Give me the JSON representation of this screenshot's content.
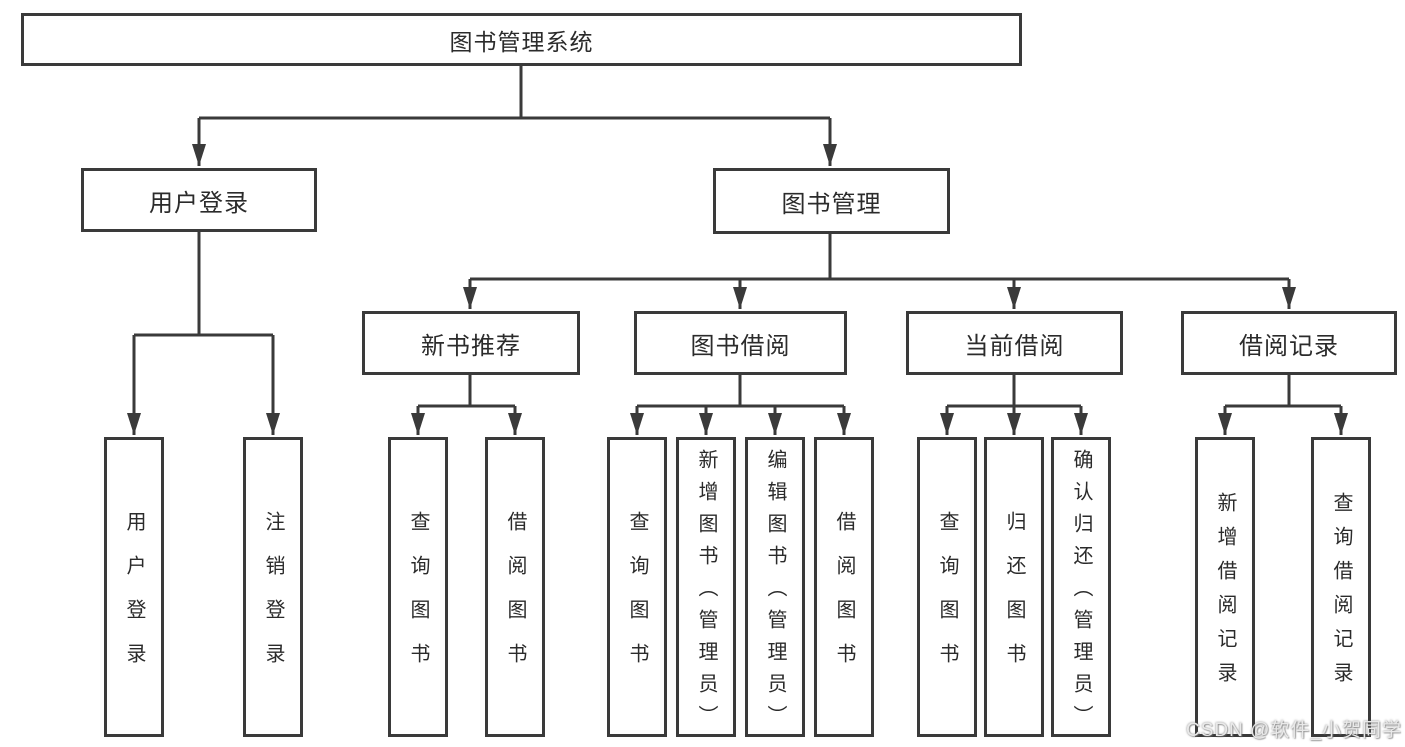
{
  "tree": {
    "root": "图书管理系统",
    "branches": [
      {
        "label": "用户登录",
        "children": [
          {
            "label": "用户登录"
          },
          {
            "label": "注销登录"
          }
        ]
      },
      {
        "label": "图书管理",
        "children": [
          {
            "label": "新书推荐",
            "children": [
              {
                "label": "查询图书"
              },
              {
                "label": "借阅图书"
              }
            ]
          },
          {
            "label": "图书借阅",
            "children": [
              {
                "label": "查询图书"
              },
              {
                "label": "新增图书（管理员）"
              },
              {
                "label": "编辑图书（管理员）"
              },
              {
                "label": "借阅图书"
              }
            ]
          },
          {
            "label": "当前借阅",
            "children": [
              {
                "label": "查询图书"
              },
              {
                "label": "归还图书"
              },
              {
                "label": "确认归还（管理员）"
              }
            ]
          },
          {
            "label": "借阅记录",
            "children": [
              {
                "label": "新增借阅记录"
              },
              {
                "label": "查询借阅记录"
              }
            ]
          }
        ]
      }
    ]
  },
  "watermark": {
    "text": "CSDN @软件_小贺同学"
  },
  "colors": {
    "line": "#3a3a3a",
    "box_border": "#3a3a3a",
    "text": "#2b2b2b",
    "watermark": "#e9e9e9",
    "background": "#ffffff"
  }
}
